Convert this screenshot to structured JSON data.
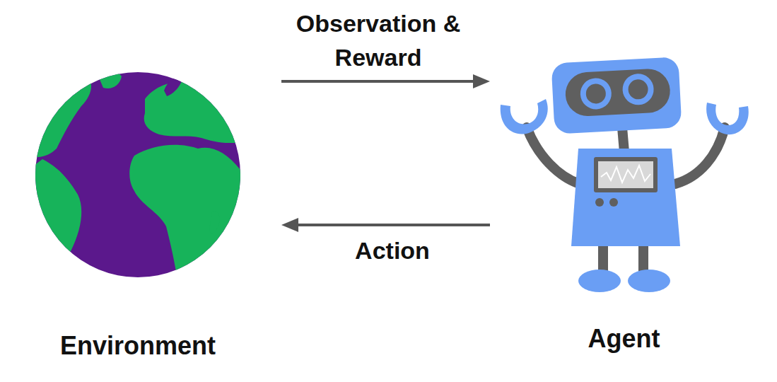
{
  "diagram": {
    "nodes": [
      {
        "text": [
          "Environment"
        ]
      },
      {
        "text": [
          "Agent"
        ]
      }
    ],
    "edges": [
      {
        "from": 0,
        "to": 1,
        "label": "Observation & Reward",
        "arrow": "to"
      },
      {
        "from": 1,
        "to": 0,
        "label": "Action",
        "arrow": "to"
      }
    ]
  }
}
